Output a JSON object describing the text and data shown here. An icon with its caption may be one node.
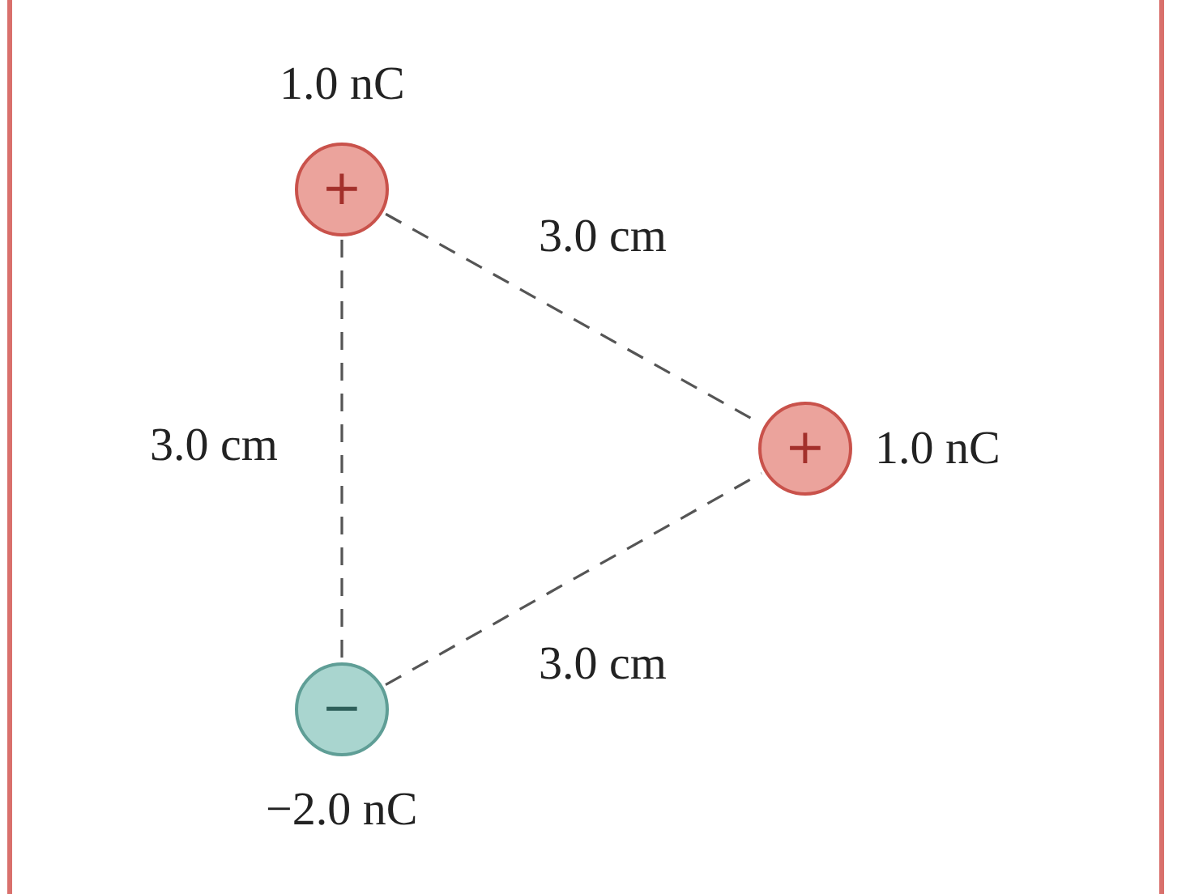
{
  "diagram": {
    "nodes": [
      {
        "text": [
          "+"
        ],
        "beside": [
          "1.0 nC"
        ]
      },
      {
        "text": [
          "+"
        ],
        "beside": [
          "1.0 nC"
        ]
      },
      {
        "text": [
          "−"
        ],
        "beside": [
          "−2.0 nC"
        ]
      }
    ],
    "edges": [
      {
        "from": 0,
        "to": 1,
        "arrow": "none",
        "label": "3.0 cm",
        "style": "dashed"
      },
      {
        "from": 0,
        "to": 2,
        "arrow": "none",
        "label": "3.0 cm",
        "style": "dashed"
      },
      {
        "from": 2,
        "to": 1,
        "arrow": "none",
        "label": "3.0 cm",
        "style": "dashed"
      }
    ]
  }
}
